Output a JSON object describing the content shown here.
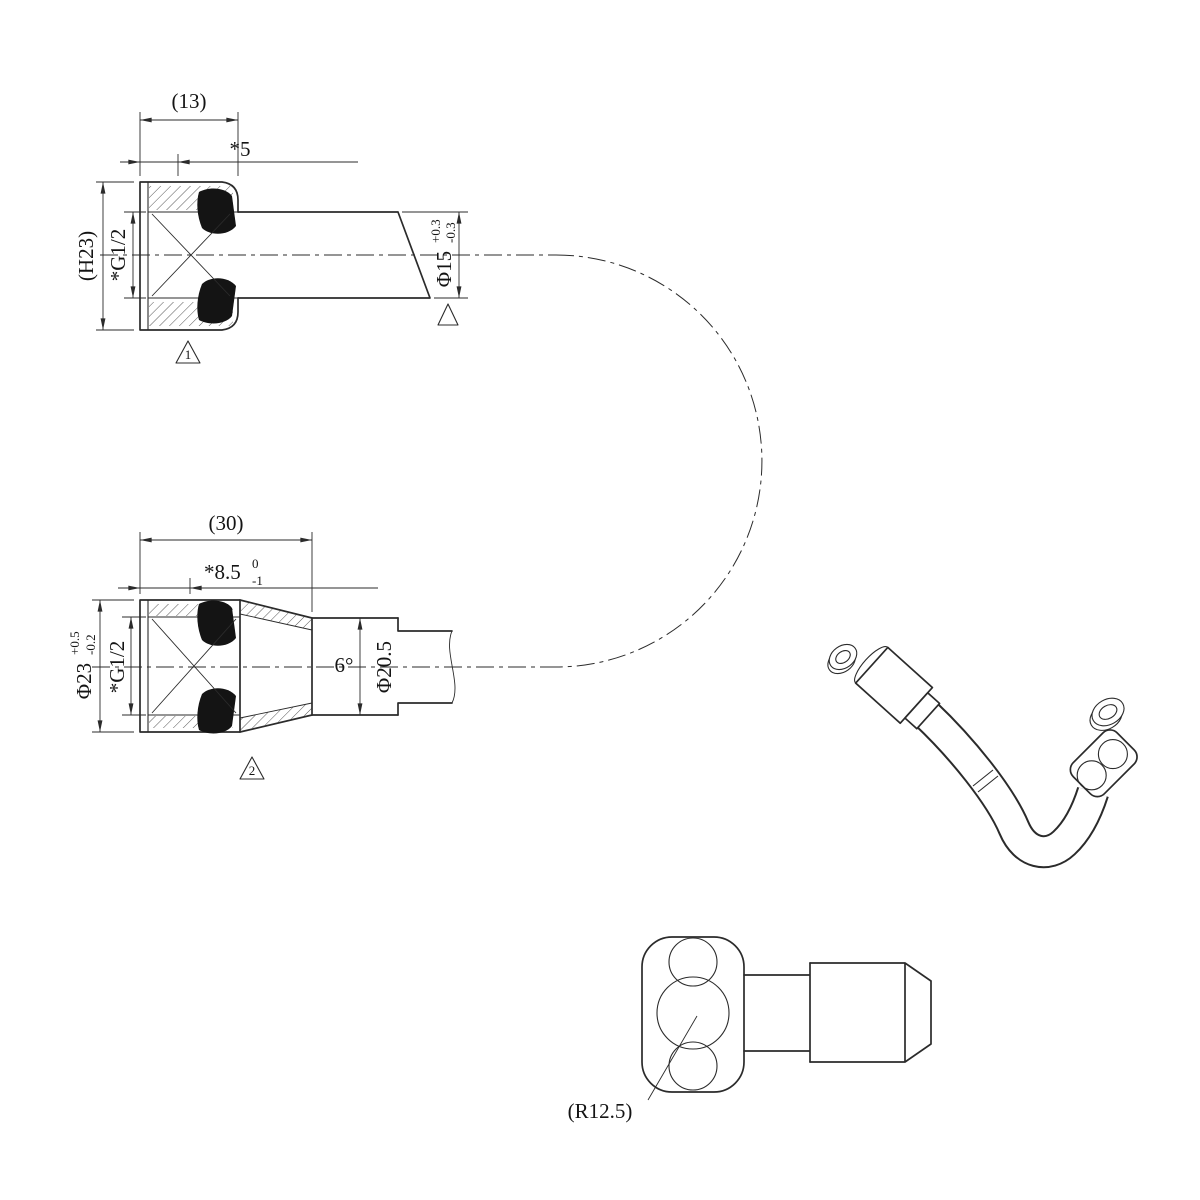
{
  "meta": {
    "background": "#ffffff",
    "line_color": "#2b2b2b"
  },
  "views": {
    "connector_section": {
      "dim_width_ref": "(13)",
      "dim_seat_depth": "*5",
      "dim_height_ref": "(H23)",
      "dim_thread": "*G1/2",
      "dim_tube_dia": {
        "base": "Φ15",
        "tol_upper": "+0.3",
        "tol_lower": "-0.3"
      },
      "flag_nut": "1"
    },
    "cone_section": {
      "dim_length_ref": "(30)",
      "dim_thread_depth": {
        "base": "*8.5",
        "tol_upper": "0",
        "tol_lower": "-1"
      },
      "dim_outer_dia": {
        "base": "Φ23",
        "tol_upper": "+0.5",
        "tol_lower": "-0.2"
      },
      "dim_thread": "*G1/2",
      "dim_taper_angle": "6°",
      "dim_bore_dia": "Φ20.5",
      "flag_nut": "2"
    },
    "elbow_detail": {
      "dim_radius_ref": "(R12.5)"
    }
  }
}
